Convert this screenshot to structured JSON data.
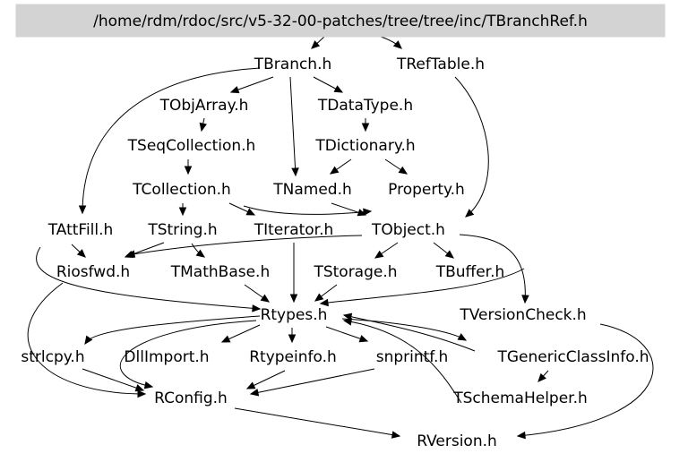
{
  "diagram": {
    "root": "/home/rdm/rdoc/src/v5-32-00-patches/tree/tree/inc/TBranchRef.h",
    "nodes": {
      "tbranch": "TBranch.h",
      "treftable": "TRefTable.h",
      "tobjarray": "TObjArray.h",
      "tdatatype": "TDataType.h",
      "tseqcollection": "TSeqCollection.h",
      "tdictionary": "TDictionary.h",
      "tcollection": "TCollection.h",
      "tnamed": "TNamed.h",
      "property": "Property.h",
      "tattfill": "TAttFill.h",
      "tstring": "TString.h",
      "titerator": "TIterator.h",
      "tobject": "TObject.h",
      "riosfwd": "Riosfwd.h",
      "tmathbase": "TMathBase.h",
      "tstorage": "TStorage.h",
      "tbuffer": "TBuffer.h",
      "rtypes": "Rtypes.h",
      "tversioncheck": "TVersionCheck.h",
      "strlcpy": "strlcpy.h",
      "dllimport": "DllImport.h",
      "rtypeinfo": "Rtypeinfo.h",
      "snprintf": "snprintf.h",
      "tgenericclassinfo": "TGenericClassInfo.h",
      "rconfig": "RConfig.h",
      "tschemahelper": "TSchemaHelper.h",
      "rversion": "RVersion.h"
    }
  }
}
